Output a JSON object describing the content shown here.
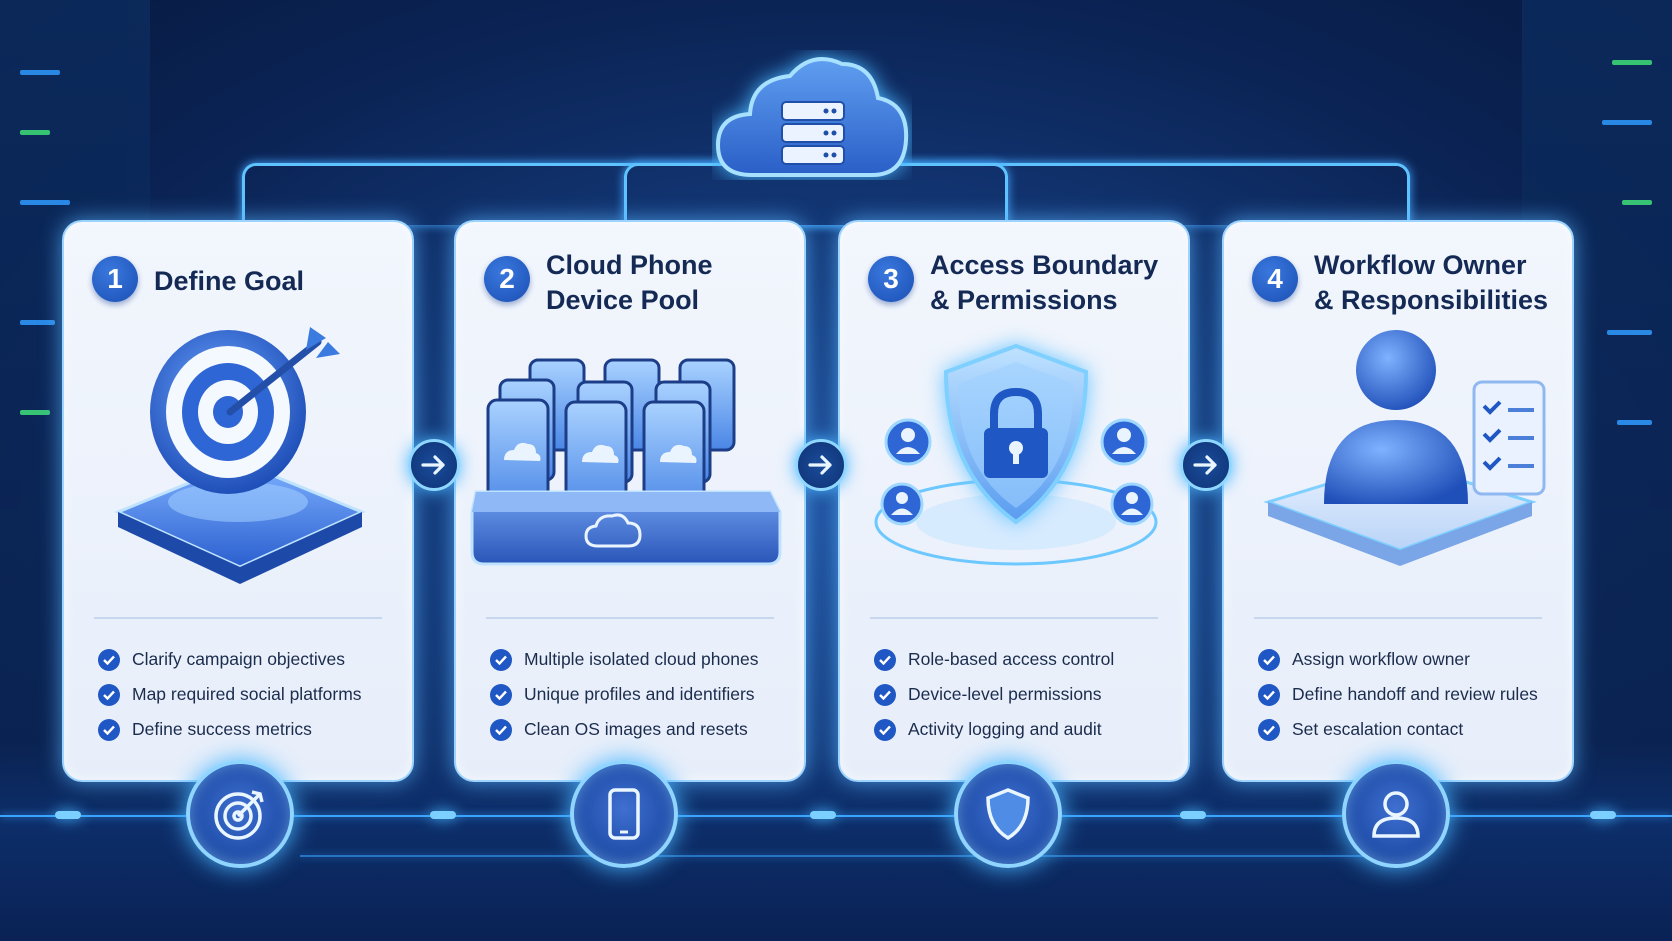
{
  "steps": [
    {
      "number": "1",
      "title_line1": "Define Goal",
      "title_line2": "",
      "icon": "target-icon",
      "bullets": [
        "Clarify campaign objectives",
        "Map required social platforms",
        "Define success metrics"
      ],
      "badge_icon": "target-icon"
    },
    {
      "number": "2",
      "title_line1": "Cloud Phone",
      "title_line2": "Device Pool",
      "icon": "phone-pool-icon",
      "bullets": [
        "Multiple isolated cloud phones",
        "Unique profiles and identifiers",
        "Clean OS images and resets"
      ],
      "badge_icon": "smartphone-icon"
    },
    {
      "number": "3",
      "title_line1": "Access Boundary",
      "title_line2": "& Permissions",
      "icon": "shield-lock-icon",
      "bullets": [
        "Role-based access control",
        "Device-level permissions",
        "Activity logging and audit"
      ],
      "badge_icon": "shield-icon"
    },
    {
      "number": "4",
      "title_line1": "Workflow Owner",
      "title_line2": "& Responsibilities",
      "icon": "user-checklist-icon",
      "bullets": [
        "Assign workflow owner",
        "Define handoff and review rules",
        "Set escalation contact"
      ],
      "badge_icon": "user-icon"
    }
  ],
  "hub_icon": "cloud-server-icon",
  "colors": {
    "accent": "#1f57c4",
    "glow": "#5ec3ff",
    "card_bg": "#eef3fc",
    "title": "#142a55"
  }
}
